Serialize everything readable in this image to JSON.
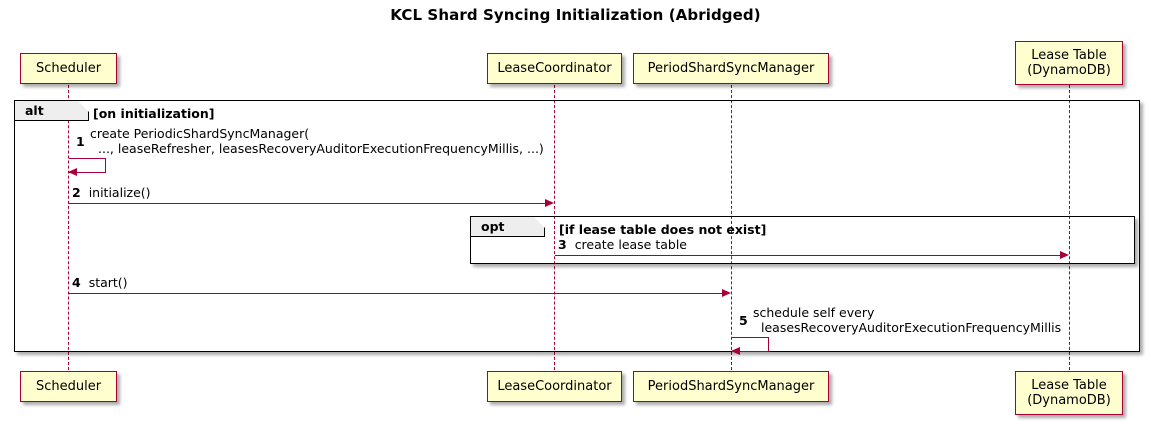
{
  "diagram": {
    "title": "KCL Shard Syncing Initialization (Abridged)",
    "type": "sequence-diagram"
  },
  "participants": [
    {
      "id": "scheduler",
      "lines": [
        "Scheduler"
      ]
    },
    {
      "id": "leasecoord",
      "lines": [
        "LeaseCoordinator"
      ]
    },
    {
      "id": "psyncmgr",
      "lines": [
        "PeriodShardSyncManager"
      ]
    },
    {
      "id": "leasetable",
      "lines": [
        "Lease Table",
        "(DynamoDB)"
      ]
    }
  ],
  "fragments": [
    {
      "id": "alt-fragment",
      "operator": "alt",
      "condition": "[on initialization]"
    },
    {
      "id": "opt-fragment",
      "operator": "opt",
      "condition": "[if lease table does not exist]"
    }
  ],
  "messages": [
    {
      "number": "1",
      "from": "scheduler",
      "to": "scheduler",
      "kind": "self",
      "lines": [
        "create PeriodicShardSyncManager(",
        "..., leaseRefresher, leasesRecoveryAuditorExecutionFrequencyMillis, ...)"
      ]
    },
    {
      "number": "2",
      "from": "scheduler",
      "to": "leasecoord",
      "kind": "sync",
      "lines": [
        "initialize()"
      ]
    },
    {
      "number": "3",
      "from": "leasecoord",
      "to": "leasetable",
      "kind": "sync",
      "lines": [
        "create lease table"
      ]
    },
    {
      "number": "4",
      "from": "scheduler",
      "to": "psyncmgr",
      "kind": "sync",
      "lines": [
        "start()"
      ]
    },
    {
      "number": "5",
      "from": "psyncmgr",
      "to": "psyncmgr",
      "kind": "self",
      "lines": [
        "schedule self every",
        "leasesRecoveryAuditorExecutionFrequencyMillis"
      ]
    }
  ],
  "colors": {
    "participant_fill": "#FEFECE",
    "participant_border": "#A80036",
    "arrow": "#A80036",
    "frame_border": "#000000",
    "frame_tab_fill": "#EEEEEE",
    "background": "#FFFFFF"
  }
}
